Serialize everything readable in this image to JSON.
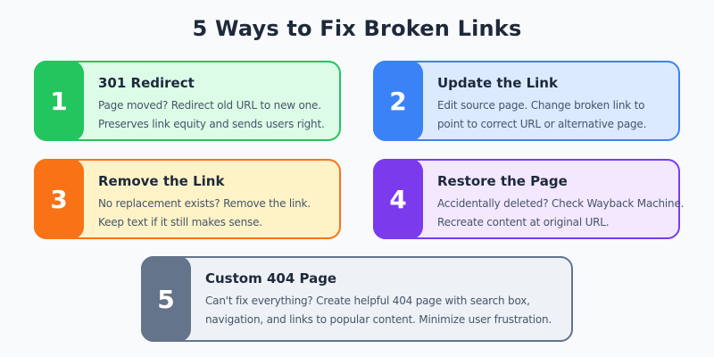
{
  "page": {
    "title": "5 Ways to Fix Broken Links",
    "background": "#f8fafc",
    "title_color": "#1e293b"
  },
  "cards": [
    {
      "number": "1",
      "title": "301 Redirect",
      "lines": [
        "Page moved? Redirect old URL to new one.",
        "Preserves link equity and sends users right."
      ],
      "accent": "#22c55e",
      "bg": "#dcfce7"
    },
    {
      "number": "2",
      "title": "Update the Link",
      "lines": [
        "Edit source page. Change broken link to",
        "point to correct URL or alternative page."
      ],
      "accent": "#3b82f6",
      "bg": "#dbeafe"
    },
    {
      "number": "3",
      "title": "Remove the Link",
      "lines": [
        "No replacement exists? Remove the link.",
        "Keep text if it still makes sense."
      ],
      "accent": "#f97316",
      "bg": "#fef3c7"
    },
    {
      "number": "4",
      "title": "Restore the Page",
      "lines": [
        "Accidentally deleted? Check Wayback Machine.",
        "Recreate content at original URL."
      ],
      "accent": "#7c3aed",
      "bg": "#f3e8ff"
    },
    {
      "number": "5",
      "title": "Custom 404 Page",
      "lines": [
        "Can't fix everything? Create helpful 404 page with search box,",
        "navigation, and links to popular content. Minimize user frustration."
      ],
      "accent": "#64748b",
      "bg": "#eef2f7"
    }
  ]
}
